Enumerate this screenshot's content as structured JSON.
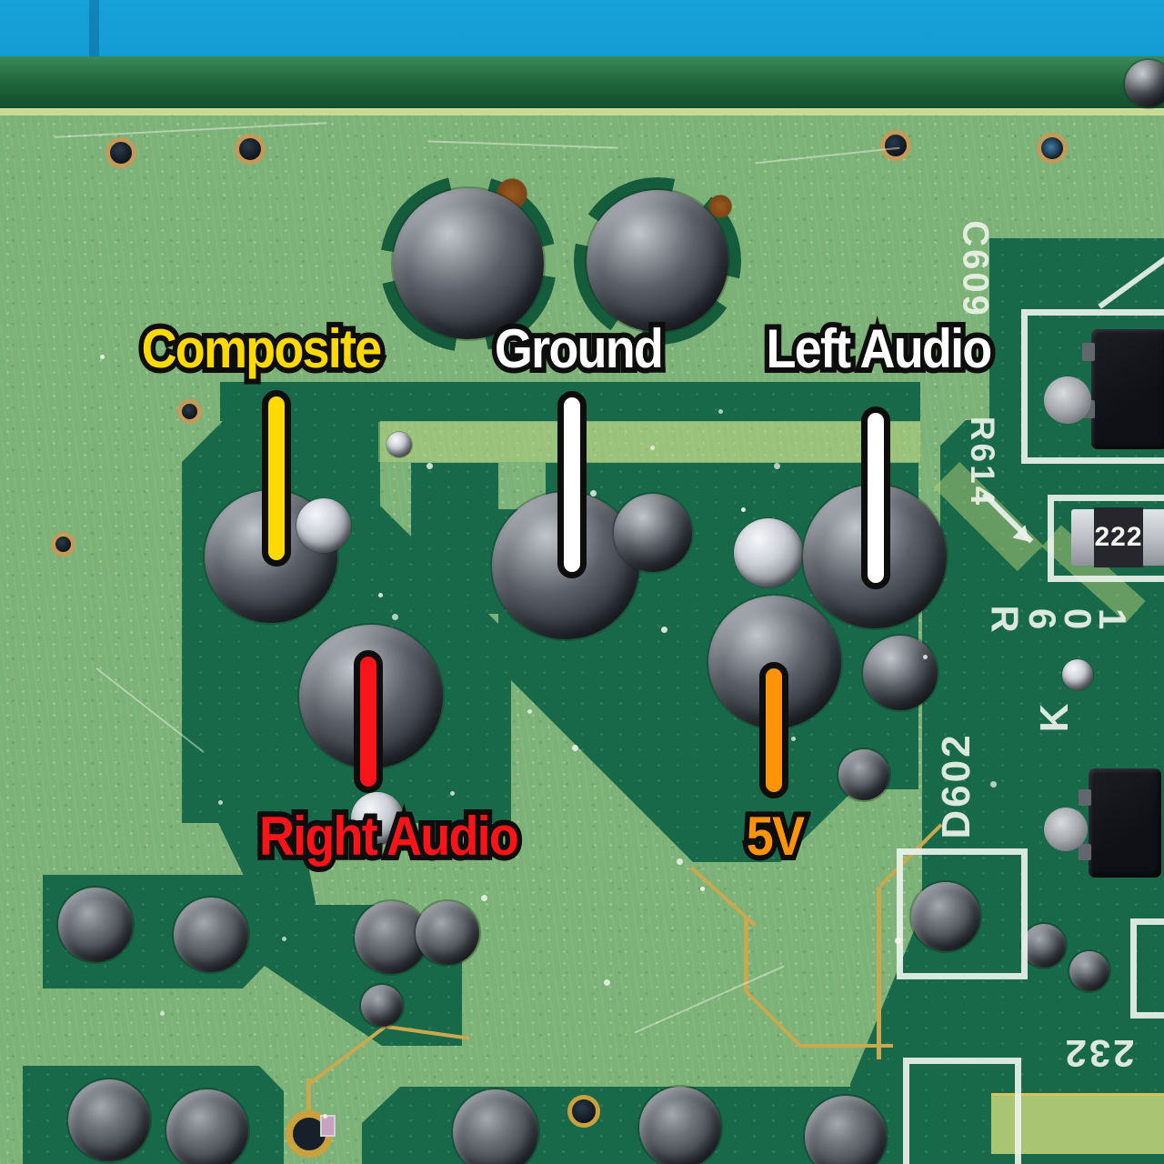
{
  "scene": {
    "description": "Close-up photograph of the solder side of a green PCB with five solder pads annotated for an AV mod"
  },
  "labels": {
    "composite": "Composite",
    "ground": "Ground",
    "left_audio": "Left Audio",
    "right_audio": "Right Audio",
    "five_v": "5V"
  },
  "label_colors": {
    "composite": "#ffd900",
    "ground": "#ffffff",
    "left_audio": "#ffffff",
    "right_audio": "#f81418",
    "five_v": "#ff9408"
  },
  "silkscreen": {
    "c609": "C609",
    "r614": "R614",
    "r601": "R601",
    "d602": "D602",
    "k": "K",
    "ref_232": "232",
    "resistor_code": "222"
  },
  "board_colors": {
    "background_blue": "#149bd3",
    "board_edge_dark_green": "#1d6038",
    "board_surface_light_green": "#7cb177",
    "copper_region_green": "#17694a",
    "silkscreen_white": "#e9f0e4"
  }
}
